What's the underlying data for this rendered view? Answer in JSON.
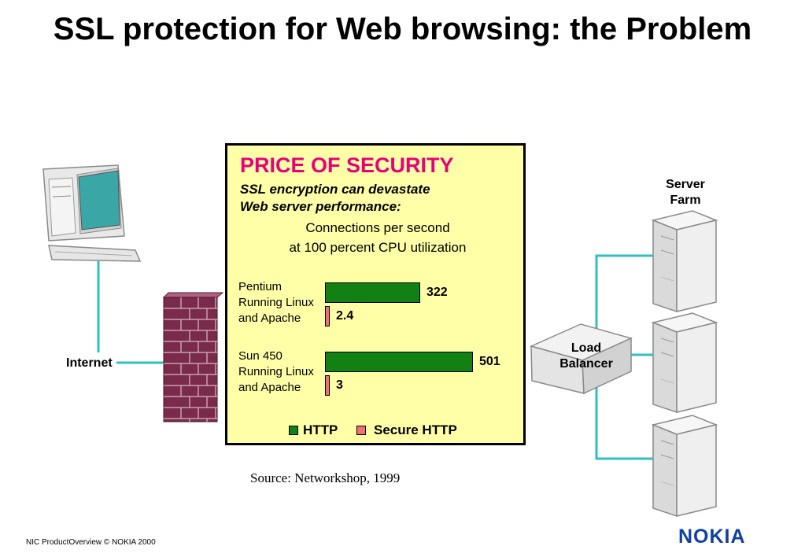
{
  "slide": {
    "title": "SSL protection for Web browsing: the Problem",
    "source": "Source: Networkshop, 1999",
    "footer": "NIC ProductOverview © NOKIA 2000",
    "logo": "NOKIA"
  },
  "diagram": {
    "internet_label": "Internet",
    "server_farm_label": "Server Farm",
    "load_balancer_label": "Load Balancer",
    "icons": [
      "computer-icon",
      "brick-wall-icon",
      "load-balancer-icon",
      "server-icon"
    ],
    "colors": {
      "link_line": "#30c0c0",
      "brick": "#7a2a4a"
    }
  },
  "panel": {
    "title": "PRICE OF SECURITY",
    "subtitle_line1": "SSL encryption can devastate",
    "subtitle_line2": "Web server performance:",
    "caption_line1": "Connections per second",
    "caption_line2": "at 100 percent CPU utilization"
  },
  "chart_data": {
    "type": "bar",
    "orientation": "horizontal",
    "categories": [
      "Pentium Running Linux and Apache",
      "Sun 450 Running Linux and Apache"
    ],
    "category_lines": [
      [
        "Pentium",
        "Running Linux",
        "and Apache"
      ],
      [
        "Sun 450",
        "Running Linux",
        "and Apache"
      ]
    ],
    "series": [
      {
        "name": "HTTP",
        "values": [
          322,
          501
        ],
        "labels": [
          "322",
          "501"
        ],
        "color": "#128012"
      },
      {
        "name": "Secure HTTP",
        "values": [
          2.4,
          3
        ],
        "labels": [
          "2.4",
          "3"
        ],
        "color": "#f07070"
      }
    ],
    "legend": "bottom-center",
    "grid": false
  }
}
